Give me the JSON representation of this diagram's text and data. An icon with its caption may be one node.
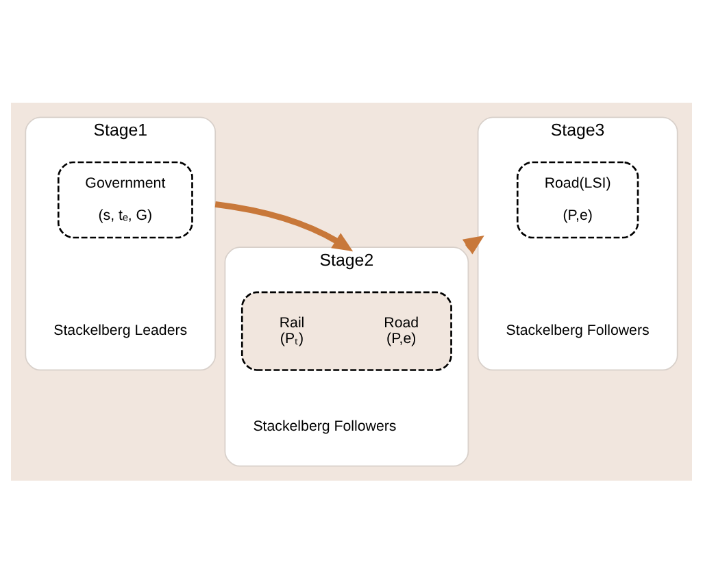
{
  "diagram": {
    "nodes": [
      {
        "text": [
          "Stage1",
          "Stackelberg Leaders"
        ]
      },
      {
        "text": [
          "Government",
          "(s, tₑ, G)"
        ],
        "in": 0
      },
      {
        "text": [
          "Stage3",
          "Stackelberg Followers"
        ]
      },
      {
        "text": [
          "Road(LSI)",
          "(P,e)"
        ],
        "in": 2
      },
      {
        "text": [
          "Stage2",
          "Stackelberg Followers"
        ]
      },
      {
        "text": [],
        "shape": "box",
        "in": 4
      },
      {
        "text": [
          "Road (P,e)"
        ],
        "in": 5
      },
      {
        "text": [
          "Rail (Pₜ)"
        ],
        "in": 5
      }
    ],
    "edges": [
      {
        "from": 0,
        "to": 4,
        "arrow": "to"
      },
      {
        "from": 4,
        "to": 2,
        "arrow": "to"
      }
    ]
  }
}
